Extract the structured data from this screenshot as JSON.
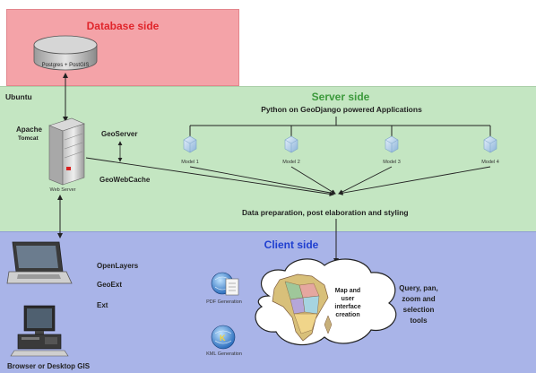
{
  "database_zone": {
    "title": "Database side",
    "db_label": "Postgres + PostGIS"
  },
  "server_zone": {
    "os_label": "Ubuntu",
    "title": "Server side",
    "subtitle": "Python on GeoDjango powered Applications",
    "apache_label": "Apache",
    "tomcat_label": "Tomcat",
    "web_server_label": "Web Server",
    "geoserver_label": "GeoServer",
    "geowebcache_label": "GeoWebCache",
    "models": [
      "Model 1",
      "Model 2",
      "Model 3",
      "Model 4"
    ],
    "pipeline_label": "Data preparation, post elaboration and styling"
  },
  "client_zone": {
    "title": "Client side",
    "libraries": [
      "OpenLayers",
      "GeoExt",
      "Ext"
    ],
    "footer_label": "Browser or Desktop GIS",
    "pdf_label": "PDF Generation",
    "kml_label": "KML Generation",
    "map_label": "Map and user interface creation",
    "tools_label": "Query, pan, zoom and selection tools"
  },
  "colors": {
    "database_bg": "#f4a3a8",
    "database_title": "#e0252b",
    "server_bg": "#c4e6c2",
    "server_title": "#3c9a3c",
    "client_bg": "#a9b4e8",
    "client_title": "#1f3fd0"
  }
}
